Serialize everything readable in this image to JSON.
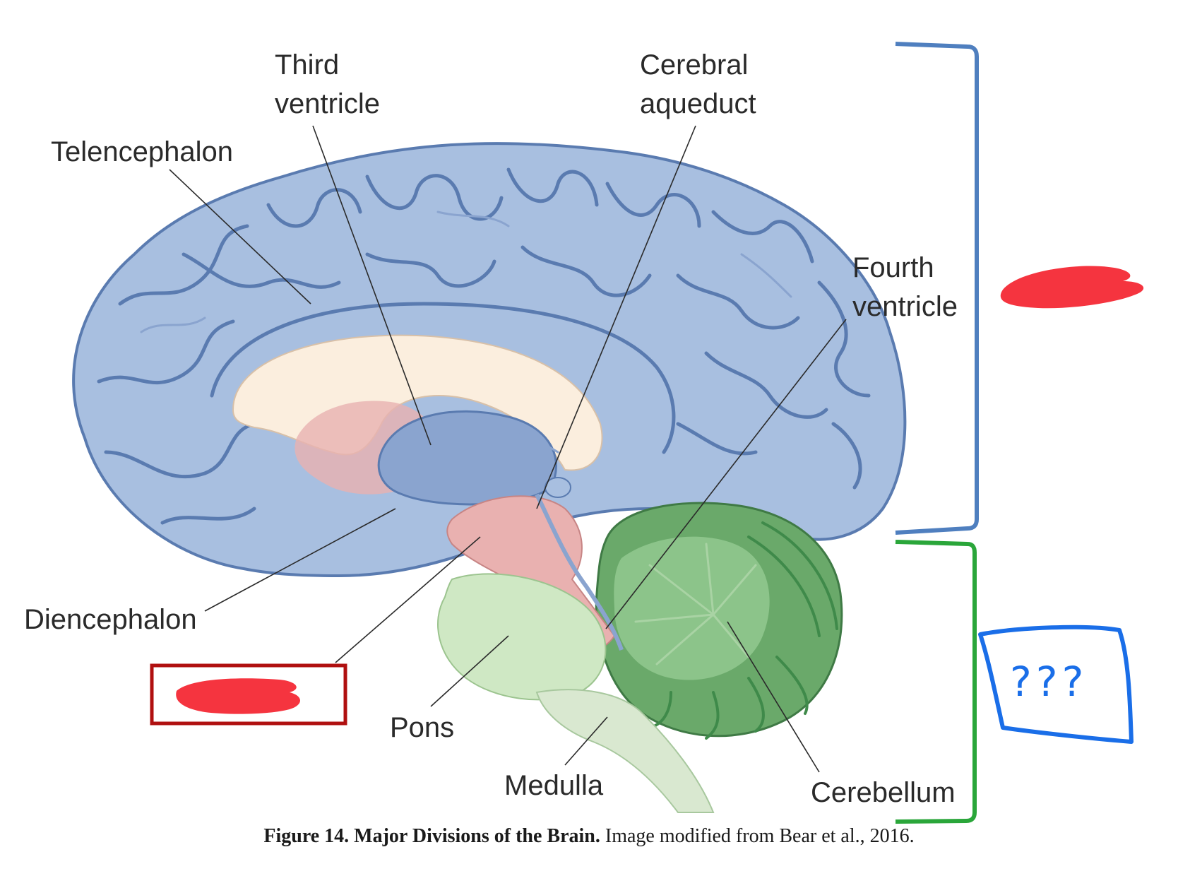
{
  "labels": {
    "third_ventricle": [
      "Third",
      "ventricle"
    ],
    "cerebral_aqueduct": [
      "Cerebral",
      "aqueduct"
    ],
    "telencephalon": "Telencephalon",
    "fourth_ventricle": [
      "Fourth",
      "ventricle"
    ],
    "diencephalon": "Diencephalon",
    "pons": "Pons",
    "medulla": "Medulla",
    "cerebellum": "Cerebellum"
  },
  "annotations": {
    "question_box_text": "???"
  },
  "caption": {
    "figure": "Figure 14.",
    "title": "Major Divisions of the Brain.",
    "text": "Image modified from Bear et al., 2016."
  },
  "colors": {
    "cerebrum": "#a8bfe0",
    "cerebrum_dark": "#5a7bb0",
    "corpus_callosum": "#fbeede",
    "brainstem_pink": "#e9b1b0",
    "pons": "#cfe8c4",
    "medulla": "#d9e8d0",
    "cerebellum": "#6aa96a",
    "blue_bracket": "#4f7fbf",
    "green_bracket": "#2aa63a",
    "red_redaction": "#f5343f",
    "red_box": "#b01010",
    "question_box": "#1a6ee8"
  }
}
